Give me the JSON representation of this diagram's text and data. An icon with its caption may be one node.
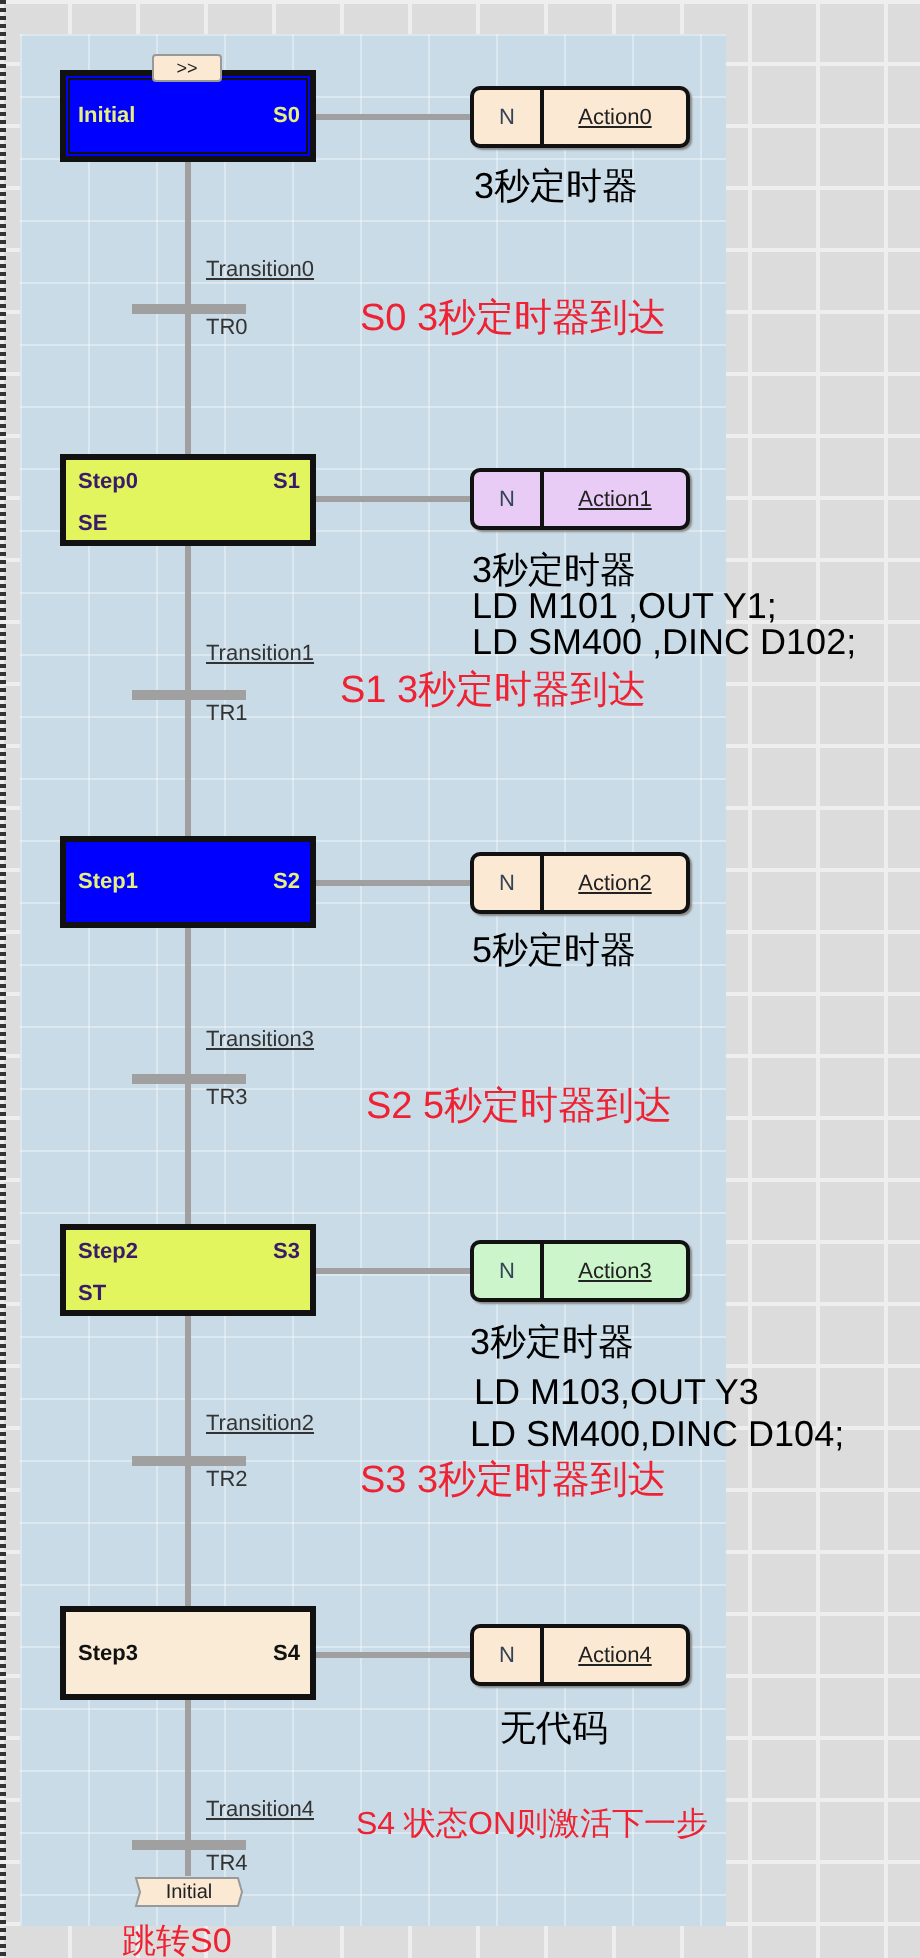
{
  "diagram": {
    "nodes": [
      {
        "text": [
          ">>"
        ]
      },
      {
        "text": [
          "Initial",
          "S0"
        ]
      },
      {
        "text": [
          "N",
          "Action0"
        ],
        "beside": [
          "3秒定时器"
        ]
      },
      {
        "text": [],
        "shape": "bar",
        "beside": [
          "Transition0",
          "TR0"
        ]
      },
      {
        "text": [
          "Step0",
          "S1",
          "SE"
        ]
      },
      {
        "text": [
          "N",
          "Action1"
        ],
        "beside": [
          "3秒定时器",
          "LD M101 ,OUT Y1;",
          "LD SM400 ,DINC D102;"
        ]
      },
      {
        "text": [],
        "shape": "bar",
        "beside": [
          "Transition1",
          "TR1"
        ]
      },
      {
        "text": [
          "Step1",
          "S2"
        ]
      },
      {
        "text": [
          "N",
          "Action2"
        ],
        "beside": [
          "5秒定时器"
        ]
      },
      {
        "text": [],
        "shape": "bar",
        "beside": [
          "Transition3",
          "TR3"
        ]
      },
      {
        "text": [
          "Step2",
          "S3",
          "ST"
        ]
      },
      {
        "text": [
          "N",
          "Action3"
        ],
        "beside": [
          "3秒定时器",
          "LD M103,OUT Y3",
          "LD SM400,DINC D104;"
        ]
      },
      {
        "text": [],
        "shape": "bar",
        "beside": [
          "Transition2",
          "TR2"
        ]
      },
      {
        "text": [
          "Step3",
          "S4"
        ]
      },
      {
        "text": [
          "N",
          "Action4"
        ],
        "beside": [
          "无代码"
        ]
      },
      {
        "text": [],
        "shape": "bar",
        "beside": [
          "Transition4",
          "TR4"
        ]
      },
      {
        "text": [
          "Initial"
        ],
        "beside": [
          "跳转S0"
        ]
      }
    ],
    "edges": [
      {
        "from": 1,
        "to": 2,
        "arrow": "none"
      },
      {
        "from": 1,
        "to": 3,
        "arrow": "none"
      },
      {
        "from": 3,
        "to": 4,
        "arrow": "none"
      },
      {
        "from": 4,
        "to": 5,
        "arrow": "none"
      },
      {
        "from": 4,
        "to": 6,
        "arrow": "none"
      },
      {
        "from": 6,
        "to": 7,
        "arrow": "none"
      },
      {
        "from": 7,
        "to": 8,
        "arrow": "none"
      },
      {
        "from": 7,
        "to": 9,
        "arrow": "none"
      },
      {
        "from": 9,
        "to": 10,
        "arrow": "none"
      },
      {
        "from": 10,
        "to": 11,
        "arrow": "none"
      },
      {
        "from": 10,
        "to": 12,
        "arrow": "none"
      },
      {
        "from": 12,
        "to": 13,
        "arrow": "none"
      },
      {
        "from": 13,
        "to": 14,
        "arrow": "none"
      },
      {
        "from": 13,
        "to": 15,
        "arrow": "none"
      },
      {
        "from": 15,
        "to": 16,
        "arrow": "none"
      }
    ],
    "labels": [
      "S0 3秒定时器到达",
      "S1 3秒定时器到达",
      "S2 5秒定时器到达",
      "S3 3秒定时器到达",
      "S4 状态ON则激活下一步"
    ]
  }
}
